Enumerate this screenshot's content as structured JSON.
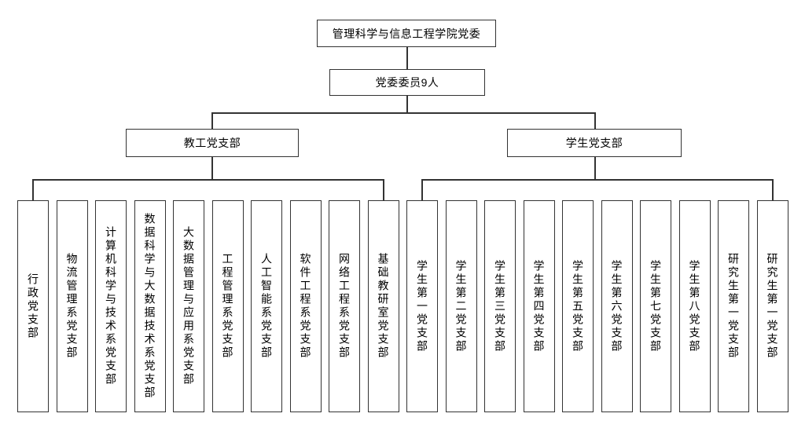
{
  "chart": {
    "type": "org-chart",
    "root": "管理科学与信息工程学院党委",
    "committee": "党委委员9人",
    "branches": [
      {
        "label": "教工党支部",
        "children": [
          "行政党支部",
          "物流管理系党支部",
          "计算机科学与技术系党支部",
          "数据科学与大数据技术系党支部",
          "大数据管理与应用系党支部",
          "工程管理系党支部",
          "人工智能系党支部",
          "软件工程系党支部",
          "网络工程系党支部",
          "基础教研室党支部"
        ]
      },
      {
        "label": "学生党支部",
        "children": [
          "学生第一党支部",
          "学生第二党支部",
          "学生第三党支部",
          "学生第四党支部",
          "学生第五党支部",
          "学生第六党支部",
          "学生第七党支部",
          "学生第八党支部",
          "研究生第一党支部",
          "研究生第一党支部"
        ]
      }
    ]
  },
  "colors": {
    "line": "#333333",
    "box_border": "#333333",
    "box_fill": "#ffffff",
    "text": "#000000",
    "background": "#ffffff"
  }
}
